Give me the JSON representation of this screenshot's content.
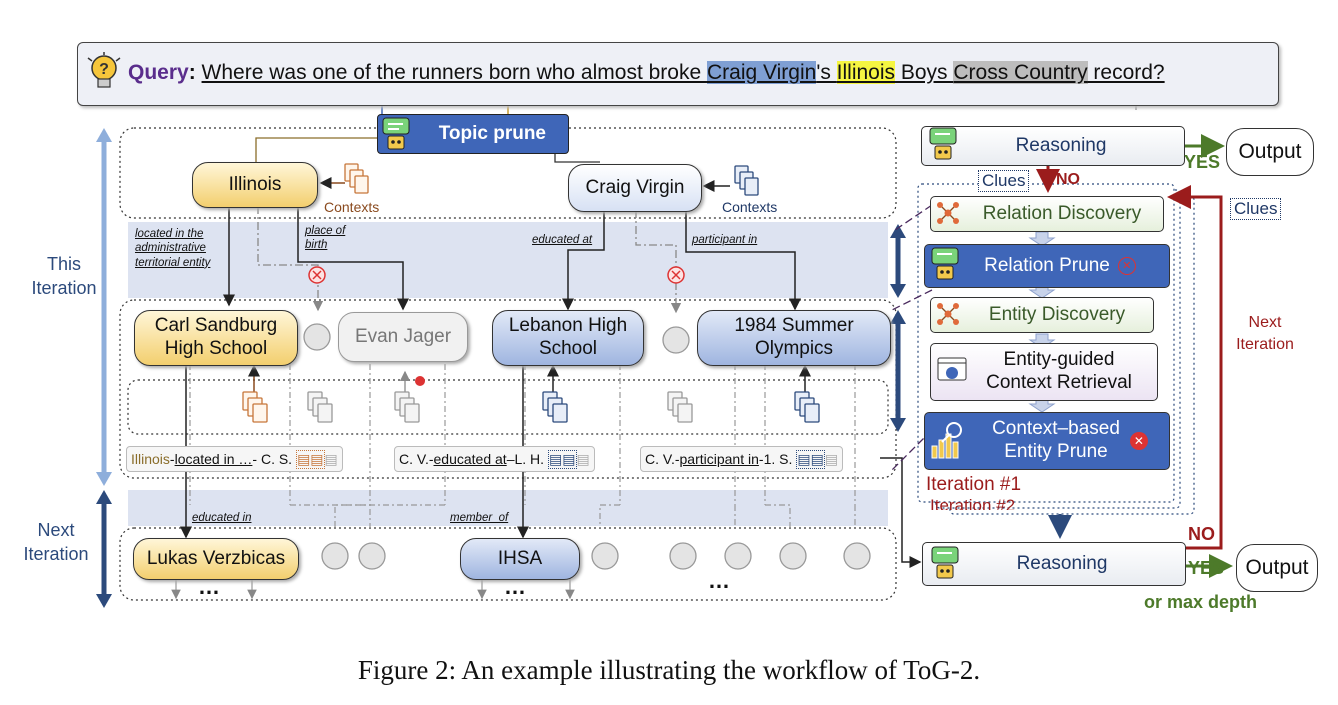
{
  "query": {
    "label": "Query",
    "prefix": "Where was one of the runners born who almost broke ",
    "entity1": "Craig Virgin",
    "mid1": "'s ",
    "entity2": "Illinois",
    "mid2": " Boys ",
    "entity3": "Cross Country",
    "suffix": " record?"
  },
  "topic_prune": "Topic prune",
  "left": {
    "this_iteration": [
      "This",
      "Iteration"
    ],
    "next_iteration": [
      "Next",
      "Iteration"
    ],
    "topic_entities": [
      "Illinois",
      "Craig Virgin"
    ],
    "contexts_label": "Contexts",
    "relations": {
      "r1": "located in the administrative territorial entity",
      "r2": "place of birth",
      "r3": "educated at",
      "r4": "participant in",
      "r5": "educated in",
      "r6": "member_of"
    },
    "entities_l1": [
      "Carl Sandburg High School",
      "Evan Jager",
      "Lebanon High School",
      "1984 Summer Olympics"
    ],
    "entities_l2": [
      "Lukas Verzbicas",
      "IHSA"
    ],
    "triples": [
      {
        "head": "Illinois",
        "sep": " - ",
        "rel": "located in …",
        "tail": " - C. S."
      },
      {
        "head": "C. V.",
        "sep": "-",
        "rel": "educated at",
        "tail": "–L. H."
      },
      {
        "head": "C. V.",
        "sep": "-",
        "rel": "participant in",
        "tail": "-1. S."
      }
    ],
    "ellipsis": "…"
  },
  "right": {
    "reasoning": "Reasoning",
    "output": "Output",
    "yes": "YES",
    "no": "NO",
    "clues": "Clues",
    "relation_discovery": "Relation Discovery",
    "relation_prune": "Relation Prune",
    "entity_discovery": "Entity Discovery",
    "entity_guided": [
      "Entity-guided",
      "Context Retrieval"
    ],
    "context_prune": [
      "Context–based",
      "Entity Prune"
    ],
    "iteration1": "Iteration #1",
    "iteration2": "Iteration #2",
    "next_iteration": [
      "Next",
      "Iteration"
    ],
    "or_max_depth": "or max depth"
  },
  "caption": "Figure 2: An example illustrating the workflow of ToG-2.",
  "colors": {
    "blue_accent": "#3f66b8",
    "dark_blue": "#2c4a7c",
    "red": "#9b1c1c",
    "green": "#4d7a2a",
    "yellow_node": "#f3cf6e",
    "blue_node": "#9fb5e0"
  }
}
